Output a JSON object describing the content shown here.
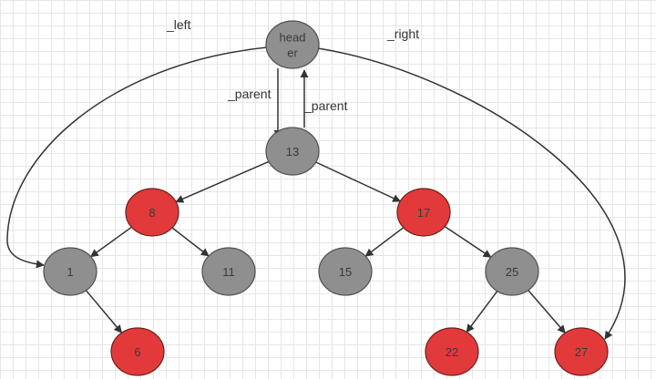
{
  "diagram": {
    "colors": {
      "gray_fill": "#8f8f8f",
      "gray_stroke": "#4f4f4f",
      "red_fill": "#e23a3a",
      "red_stroke": "#6b1f1f",
      "edge": "#333333"
    },
    "nodes": [
      {
        "id": "header",
        "text": "head\ner",
        "color": "gray"
      },
      {
        "id": "n13",
        "text": "13",
        "color": "gray"
      },
      {
        "id": "n8",
        "text": "8",
        "color": "red"
      },
      {
        "id": "n17",
        "text": "17",
        "color": "red"
      },
      {
        "id": "n1",
        "text": "1",
        "color": "gray"
      },
      {
        "id": "n11",
        "text": "11",
        "color": "gray"
      },
      {
        "id": "n15",
        "text": "15",
        "color": "gray"
      },
      {
        "id": "n25",
        "text": "25",
        "color": "gray"
      },
      {
        "id": "n6",
        "text": "6",
        "color": "red"
      },
      {
        "id": "n22",
        "text": "22",
        "color": "red"
      },
      {
        "id": "n27",
        "text": "27",
        "color": "red"
      }
    ],
    "edges": [
      {
        "from": "header",
        "to": "n13",
        "label": "_parent"
      },
      {
        "from": "n13",
        "to": "header",
        "label": "_parent"
      },
      {
        "from": "header",
        "to": "n1",
        "label": "_left"
      },
      {
        "from": "header",
        "to": "n27",
        "label": "_right"
      },
      {
        "from": "n13",
        "to": "n8"
      },
      {
        "from": "n13",
        "to": "n17"
      },
      {
        "from": "n8",
        "to": "n1"
      },
      {
        "from": "n8",
        "to": "n11"
      },
      {
        "from": "n17",
        "to": "n15"
      },
      {
        "from": "n17",
        "to": "n25"
      },
      {
        "from": "n1",
        "to": "n6"
      },
      {
        "from": "n25",
        "to": "n22"
      },
      {
        "from": "n25",
        "to": "n27"
      }
    ]
  }
}
